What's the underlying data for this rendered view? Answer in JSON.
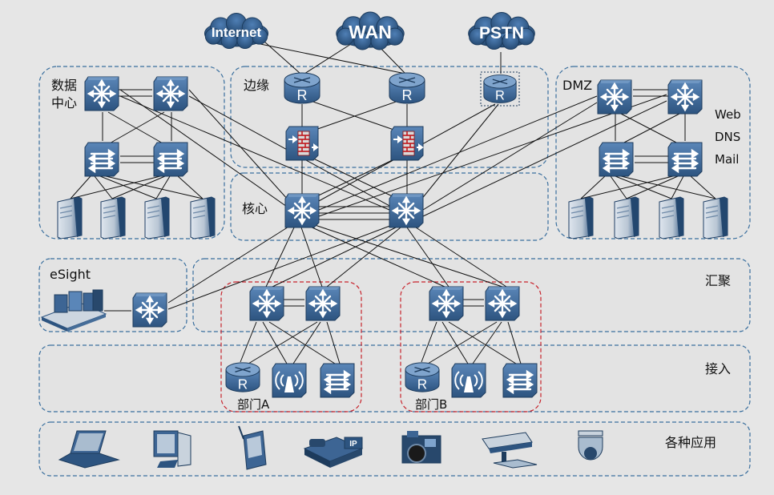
{
  "clouds": {
    "internet": "Internet",
    "wan": "WAN",
    "pstn": "PSTN"
  },
  "zones": {
    "datacenter_line1": "数据",
    "datacenter_line2": "中心",
    "edge": "边缘",
    "dmz": "DMZ",
    "core": "核心",
    "esight": "eSight",
    "aggregation": "汇聚",
    "access": "接入",
    "applications": "各种应用"
  },
  "dmz_services": [
    "Web",
    "DNS",
    "Mail"
  ],
  "departments": [
    "部门A",
    "部门B"
  ],
  "router_glyph": "R",
  "ip_phone_tag": "IP",
  "colors": {
    "device_blue": "#3c6797",
    "device_dark": "#28486c",
    "cloud": "#2f5580",
    "zone_border": "#3a6f9e",
    "dept_border": "#c8232c",
    "background": "#e6e6e6"
  }
}
